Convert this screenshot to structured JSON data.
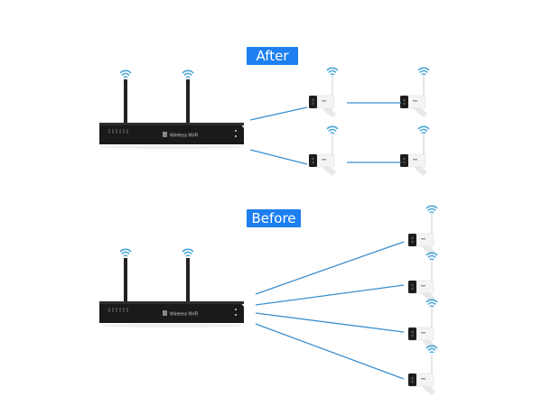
{
  "sections": [
    {
      "label": "After",
      "nvr_label": "Wireless NVR",
      "topology": "mesh-relay",
      "camera_count": 4
    },
    {
      "label": "Before",
      "nvr_label": "Wireless NVR",
      "topology": "direct-star",
      "camera_count": 4
    }
  ],
  "colors": {
    "label_bg": "#1e7ff0",
    "link_line": "#3a8fcf",
    "wifi_icon": "#4aa6d6",
    "nvr_body": "#1a1a1a",
    "camera_body": "#f4f4f4"
  }
}
